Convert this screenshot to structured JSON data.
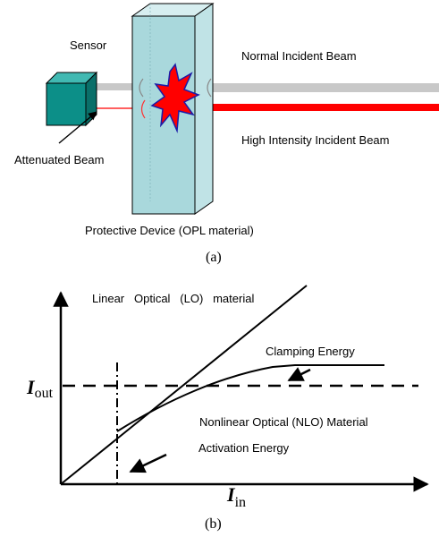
{
  "panel_a": {
    "sensor_label": "Sensor",
    "attenuated_label": "Attenuated Beam",
    "normal_beam_label": "Normal Incident Beam",
    "high_beam_label": "High Intensity Incident Beam",
    "device_label": "Protective Device (OPL material)",
    "caption": "(a)",
    "colors": {
      "sensor_front": "#0c8f88",
      "sensor_top": "#41b9b2",
      "sensor_side": "#0a6f69",
      "slab_front": "#a9d8dc",
      "slab_side": "#c8e8ea",
      "normal_beam": "#c8c8c8",
      "high_beam": "#ff0000",
      "burst_fill": "#ff0000",
      "burst_stroke": "#1a1aa8"
    }
  },
  "panel_b": {
    "linear_label": "Linear   Optical   (LO)   material",
    "clamping_label": "Clamping Energy",
    "nlo_label": "Nonlinear Optical (NLO) Material",
    "activation_label": "Activation Energy",
    "iout_main": "I",
    "iout_sub": "out",
    "iin_main": "I",
    "iin_sub": "in",
    "caption": "(b)"
  }
}
